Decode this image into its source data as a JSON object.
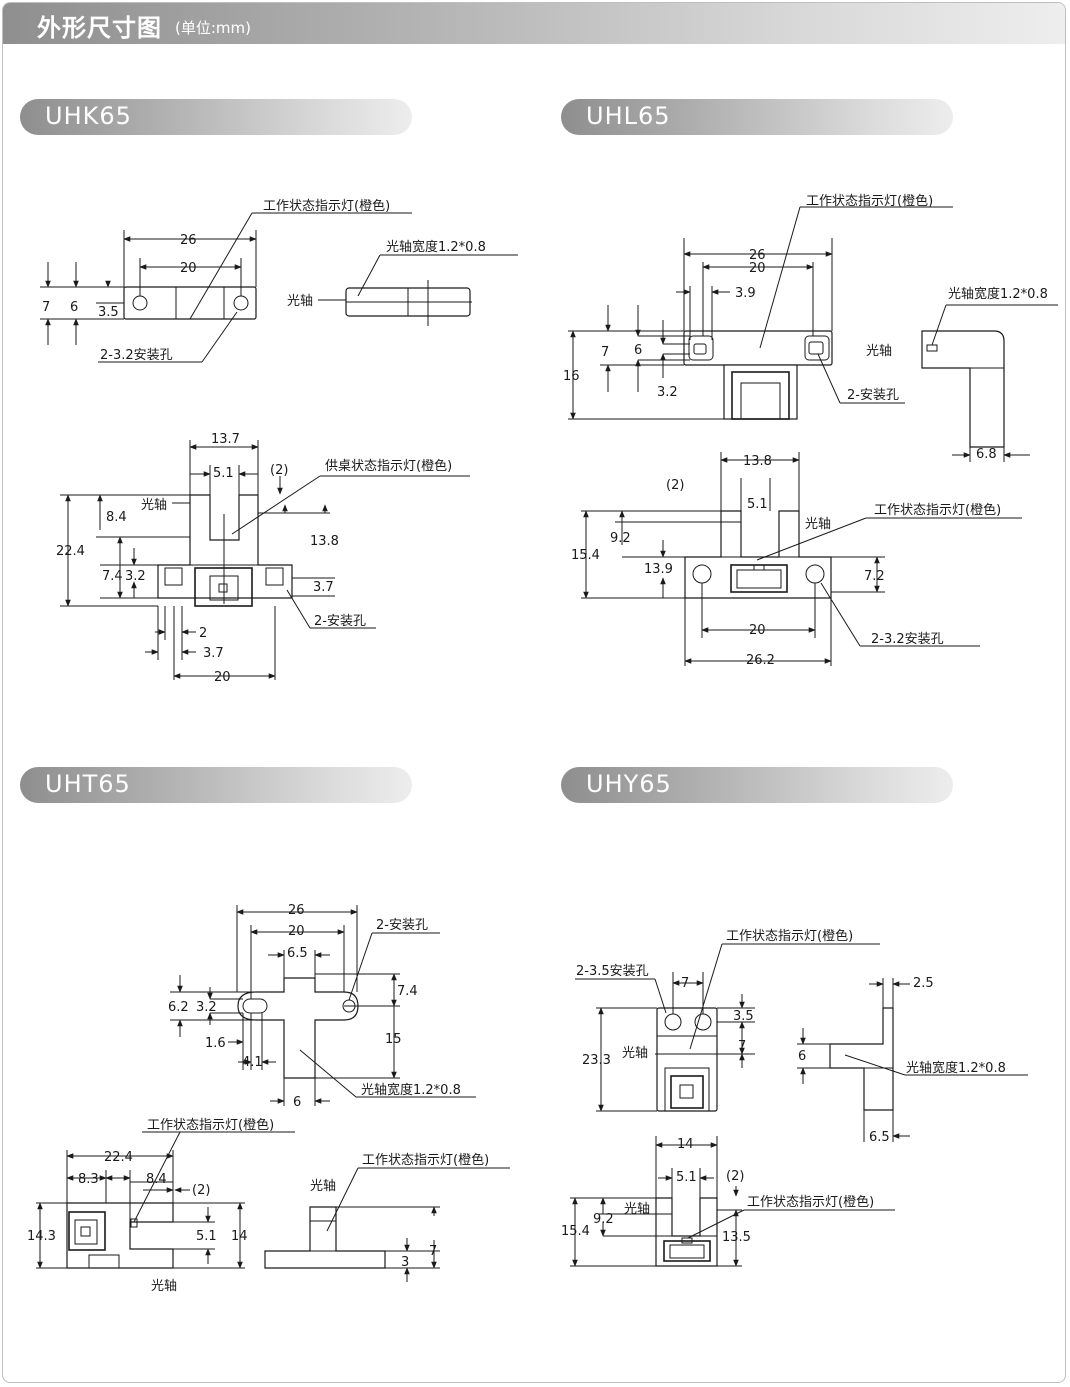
{
  "header": {
    "title": "外形尺寸图",
    "unit": "(单位:mm)"
  },
  "sections": {
    "uhk": {
      "name": "UHK65",
      "labels": {
        "led": "工作状态指示灯(橙色)",
        "axis_width": "光轴宽度1.2*0.8",
        "axis": "光轴",
        "holes": "2-3.2安装孔",
        "led2": "供桌状态指示灯(橙色)",
        "axis2": "光轴",
        "holes2": "2-安装孔"
      },
      "dims": [
        "26",
        "20",
        "7",
        "6",
        "3.5",
        "13.7",
        "5.1",
        "(2)",
        "8.4",
        "22.4",
        "13.8",
        "7.4",
        "3.2",
        "3.7",
        "2",
        "3.7",
        "20"
      ]
    },
    "uhl": {
      "name": "UHL65",
      "labels": {
        "led": "工作状态指示灯(橙色)",
        "axis_width": "光轴宽度1.2*0.8",
        "axis": "光轴",
        "holes": "2-安装孔",
        "axis2": "光轴",
        "led2": "工作状态指示灯(橙色)",
        "holes2": "2-3.2安装孔"
      },
      "dims": [
        "26",
        "20",
        "3.9",
        "7",
        "6",
        "16",
        "3.2",
        "6.8",
        "13.8",
        "(2)",
        "5.1",
        "9.2",
        "15.4",
        "13.9",
        "7.2",
        "20",
        "26.2"
      ]
    },
    "uht": {
      "name": "UHT65",
      "labels": {
        "holes": "2-安装孔",
        "axis_width": "光轴宽度1.2*0.8",
        "led": "工作状态指示灯(橙色)",
        "led2": "工作状态指示灯(橙色)",
        "axis": "光轴",
        "axis2": "光轴"
      },
      "dims": [
        "26",
        "20",
        "6.5",
        "7.4",
        "6.2",
        "3.2",
        "15",
        "1.6",
        "4.1",
        "6",
        "22.4",
        "8.3",
        "8.4",
        "(2)",
        "14.3",
        "5.1",
        "14",
        "7",
        "3"
      ]
    },
    "uhy": {
      "name": "UHY65",
      "labels": {
        "led": "工作状态指示灯(橙色)",
        "holes": "2-3.5安装孔",
        "axis": "光轴",
        "axis_width": "光轴宽度1.2*0.8",
        "axis2": "光轴",
        "led2": "工作状态指示灯(橙色)"
      },
      "dims": [
        "7",
        "3.5",
        "7",
        "23.3",
        "2.5",
        "6",
        "6.5",
        "14",
        "5.1",
        "(2)",
        "9.2",
        "15.4",
        "13.5"
      ]
    }
  }
}
